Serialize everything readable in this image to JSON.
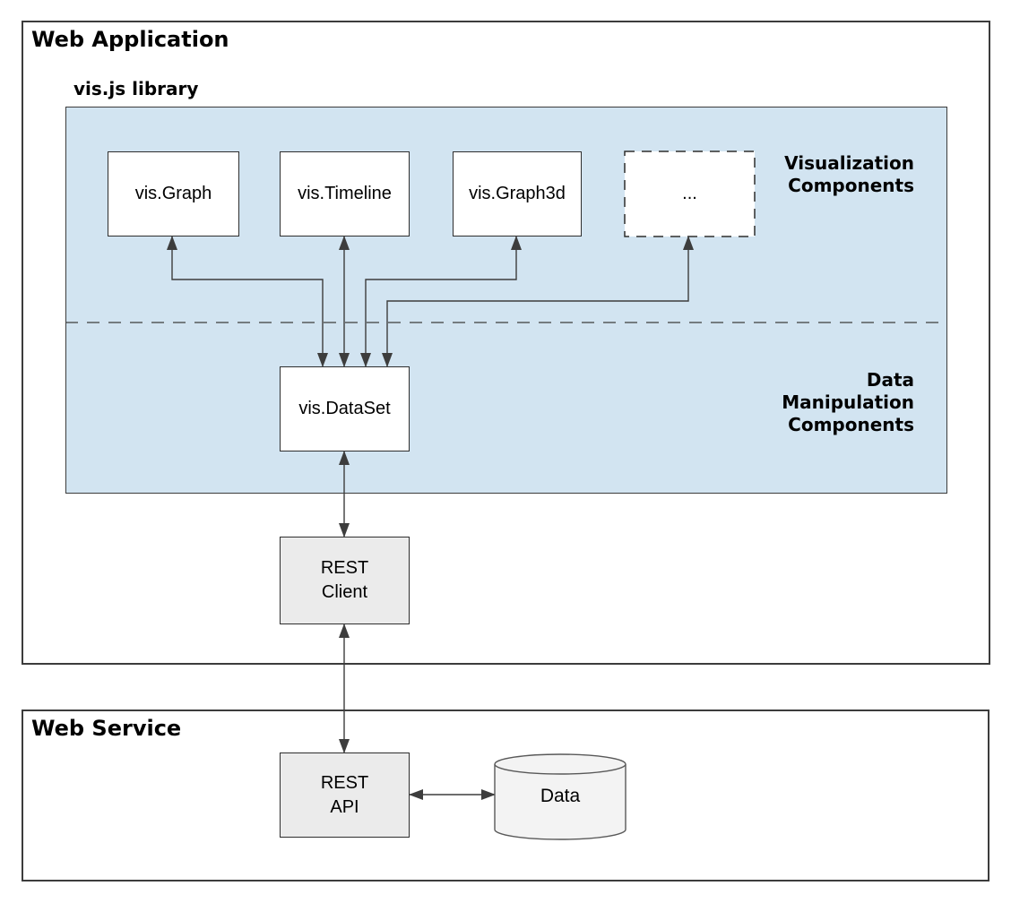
{
  "colors": {
    "panel-blue": "#d2e4f1",
    "gray-fill": "#ebebeb",
    "cylinder-fill": "#f3f3f3",
    "cylinder-border": "#595959",
    "arrow": "#3d3d3d",
    "box-border": "#2e2e2e",
    "outer-border": "#3c3c3c",
    "text": "#000000"
  },
  "web_application": {
    "title": "Web Application",
    "library_label": "vis.js library",
    "visualization_label": "Visualization\nComponents",
    "data_manipulation_label": "Data\nManipulation\nComponents",
    "components": [
      {
        "label": "vis.Graph"
      },
      {
        "label": "vis.Timeline"
      },
      {
        "label": "vis.Graph3d"
      },
      {
        "label": "..."
      }
    ],
    "dataset_label": "vis.DataSet",
    "rest_client_label": "REST\nClient"
  },
  "web_service": {
    "title": "Web Service",
    "rest_api_label": "REST\nAPI",
    "database_label": "Data"
  }
}
